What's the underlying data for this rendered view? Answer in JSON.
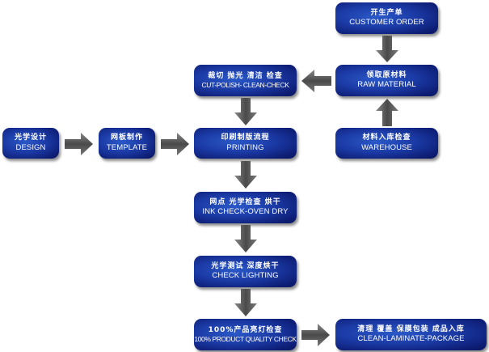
{
  "diagram": {
    "type": "process-flowchart",
    "nodes": [
      {
        "id": "customer-order",
        "cn": "开生产单",
        "en": "CUSTOMER ORDER"
      },
      {
        "id": "raw-material",
        "cn": "领取原材料",
        "en": "RAW MATERIAL"
      },
      {
        "id": "warehouse",
        "cn": "材料入库检查",
        "en": "WAREHOUSE"
      },
      {
        "id": "cut-polish",
        "cn": "裁切 抛光 清洁 检查",
        "en": "CUT-POLISH- CLEAN-CHECK"
      },
      {
        "id": "design",
        "cn": "光学设计",
        "en": "DESIGN"
      },
      {
        "id": "template",
        "cn": "网板制作",
        "en": "TEMPLATE"
      },
      {
        "id": "printing",
        "cn": "印刷制版流程",
        "en": "PRINTING"
      },
      {
        "id": "ink-check",
        "cn": "网点 光学检查 烘干",
        "en": "INK CHECK-OVEN DRY"
      },
      {
        "id": "check-lighting",
        "cn": "光学测试 深度烘干",
        "en": "CHECK LIGHTING"
      },
      {
        "id": "quality-check",
        "cn": "100%产品亮灯检查",
        "en": "100% PRODUCT QUALITY CHECK"
      },
      {
        "id": "clean-laminate",
        "cn": "清理 覆盖 保膜包装 成品入库",
        "en": "CLEAN-LAMINATE-PACKAGE"
      }
    ],
    "edges": [
      {
        "from": "customer-order",
        "to": "raw-material",
        "direction": "down"
      },
      {
        "from": "warehouse",
        "to": "raw-material",
        "direction": "up"
      },
      {
        "from": "raw-material",
        "to": "cut-polish",
        "direction": "left"
      },
      {
        "from": "cut-polish",
        "to": "printing",
        "direction": "down"
      },
      {
        "from": "design",
        "to": "template",
        "direction": "right"
      },
      {
        "from": "template",
        "to": "printing",
        "direction": "right"
      },
      {
        "from": "printing",
        "to": "ink-check",
        "direction": "down"
      },
      {
        "from": "ink-check",
        "to": "check-lighting",
        "direction": "down"
      },
      {
        "from": "check-lighting",
        "to": "quality-check",
        "direction": "down"
      },
      {
        "from": "quality-check",
        "to": "clean-laminate",
        "direction": "right"
      }
    ]
  },
  "colors": {
    "box_fill": "#1b3aa5",
    "box_text": "#ffffff",
    "arrow_fill": "#6e6e6e"
  }
}
